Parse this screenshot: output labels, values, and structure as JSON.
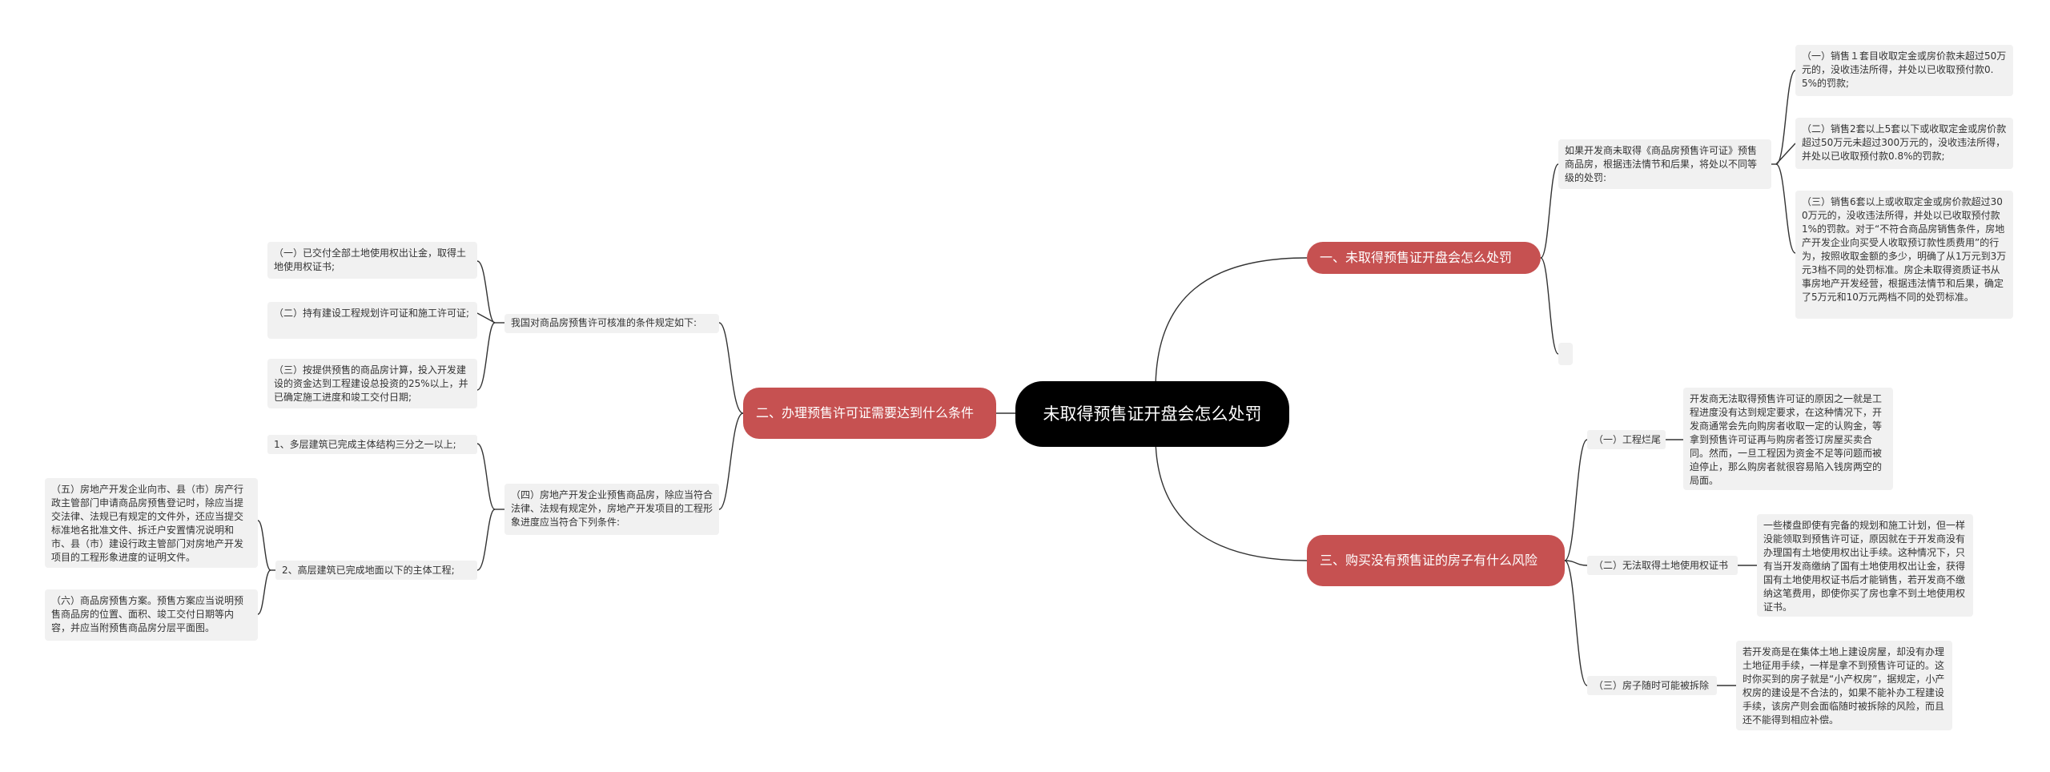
{
  "colors": {
    "root": "#000000",
    "branch": "#c65151",
    "leaf": "#f1f1f1",
    "line": "#333333"
  },
  "root": {
    "title": "未取得预售证开盘会怎么处罚"
  },
  "b1": {
    "title": "一、未取得预售证开盘会怎么处罚",
    "intro": "如果开发商未取得《商品房预售许可证》预售商品房，根据违法情节和后果，将处以不同等级的处罚:",
    "items": [
      "（一）销售１套目收取定金或房价款未超过50万元的，没收违法所得，并处以已收取预付款0.5%的罚款;",
      "（二）销售2套以上5套以下或收取定金或房价款超过50万元未超过300万元的，没收违法所得，并处以已收取预付款0.8%的罚款;",
      "（三）销售6套以上或收取定金或房价款超过300万元的，没收违法所得，并处以已收取预付款1%的罚款。对于“不符合商品房销售条件，房地产开发企业向买受人收取预订款性质费用”的行为，按照收取金额的多少，明确了从1万元到3万元3档不同的处罚标准。房企未取得资质证书从事房地产开发经营，根据违法情节和后果，确定了5万元和10万元两档不同的处罚标准。"
    ]
  },
  "b2": {
    "title": "二、办理预售许可证需要达到什么条件",
    "std": "我国对商品房预售许可核准的条件规定如下:",
    "std_items": [
      "（一）已交付全部土地使用权出让金，取得土地使用权证书;",
      "（二）持有建设工程规划许可证和施工许可证;",
      "（三）按提供预售的商品房计算，投入开发建设的资金达到工程建设总投资的25%以上，并已确定施工进度和竣工交付日期;"
    ],
    "four": "（四）房地产开发企业预售商品房，除应当符合法律、法规有规定外，房地产开发项目的工程形象进度应当符合下列条件:",
    "four_items": [
      "1、多层建筑已完成主体结构三分之一以上;",
      "2、高层建筑已完成地面以下的主体工程;"
    ],
    "sub_items": [
      "（五）房地产开发企业向市、县（市）房产行政主管部门申请商品房预售登记时，除应当提交法律、法规已有规定的文件外，还应当提交标准地名批准文件、拆迁户安置情况说明和市、县（市）建设行政主管部门对房地产开发项目的工程形象进度的证明文件。",
      "（六）商品房预售方案。预售方案应当说明预售商品房的位置、面积、竣工交付日期等内容，并应当附预售商品房分层平面图。"
    ]
  },
  "b3": {
    "title": "三、购买没有预售证的房子有什么风险",
    "risks": [
      {
        "label": "（一）工程烂尾",
        "text": "开发商无法取得预售许可证的原因之一就是工程进度没有达到规定要求，在这种情况下，开发商通常会先向购房者收取一定的认购金，等拿到预售许可证再与购房者签订房屋买卖合同。然而，一旦工程因为资金不足等问题而被迫停止，那么购房者就很容易陷入钱房两空的局面。"
      },
      {
        "label": "（二）无法取得土地使用权证书",
        "text": "一些楼盘即使有完备的规划和施工计划，但一样没能领取到预售许可证，原因就在于开发商没有办理国有土地使用权出让手续。这种情况下，只有当开发商缴纳了国有土地使用权出让金，获得国有土地使用权证书后才能销售，若开发商不缴纳这笔费用，即使你买了房也拿不到土地使用权证书。"
      },
      {
        "label": "（三）房子随时可能被拆除",
        "text": "若开发商是在集体土地上建设房屋，却没有办理土地征用手续，一样是拿不到预售许可证的。这时你买到的房子就是“小产权房”，据规定，小产权房的建设是不合法的，如果不能补办工程建设手续，该房产则会面临随时被拆除的风险，而且还不能得到相应补偿。"
      }
    ]
  }
}
